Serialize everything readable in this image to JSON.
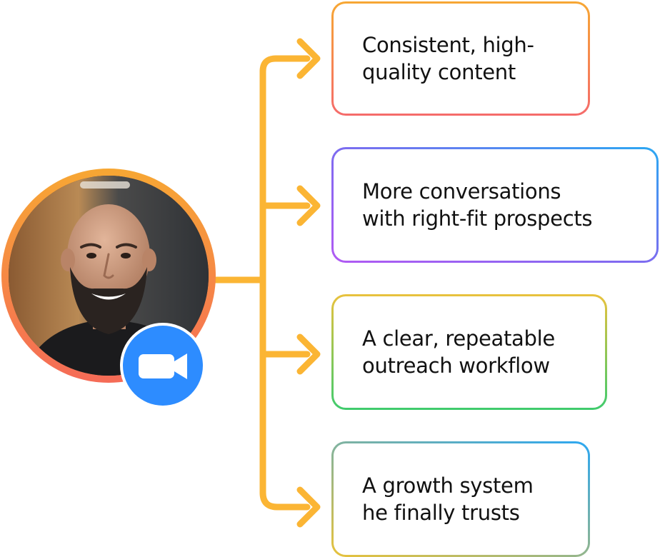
{
  "colors": {
    "connector": "#FBB534",
    "avatar_ring_top": "#F7A733",
    "avatar_ring_bottom": "#F56B57",
    "video_badge": "#2D8CFF",
    "text": "#111111"
  },
  "avatar": {
    "icon": "person-photo"
  },
  "video_badge": {
    "icon": "video-camera-icon"
  },
  "cards": [
    {
      "lines": [
        "Consistent, high-",
        "quality content"
      ]
    },
    {
      "lines": [
        "More conversations",
        "with right-fit prospects"
      ]
    },
    {
      "lines": [
        "A clear, repeatable",
        "outreach workflow"
      ]
    },
    {
      "lines": [
        "A growth system",
        "he finally trusts"
      ]
    }
  ]
}
